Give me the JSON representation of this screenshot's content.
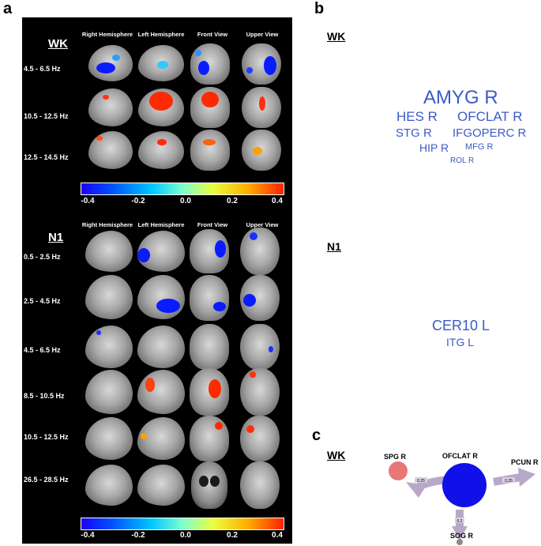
{
  "panels": {
    "a": "a",
    "b": "b",
    "c": "c"
  },
  "panel_a": {
    "columns": [
      "Right Hemisphere",
      "Left Hemisphere",
      "Front View",
      "Upper View"
    ],
    "wk": {
      "title": "WK",
      "bands": [
        "4.5 - 6.5 Hz",
        "10.5 - 12.5 Hz",
        "12.5 - 14.5 Hz"
      ]
    },
    "n1": {
      "title": "N1",
      "bands": [
        "0.5 - 2.5 Hz",
        "2.5 - 4.5 Hz",
        "4.5 - 6.5 Hz",
        "8.5 - 10.5 Hz",
        "10.5 - 12.5 Hz",
        "26.5 - 28.5 Hz"
      ]
    },
    "colorbar_ticks": [
      "-0.4",
      "-0.2",
      "0.0",
      "0.2",
      "0.4"
    ],
    "colorbar_range": [
      -0.45,
      0.45
    ]
  },
  "panel_b": {
    "wk": {
      "label": "WK",
      "words": [
        "AMYG R",
        "HES R",
        "OFCLAT R",
        "STG R",
        "IFGOPERC R",
        "HIP R",
        "MFG R",
        "ROL R"
      ]
    },
    "n1": {
      "label": "N1",
      "words": [
        "CER10 L",
        "ITG L"
      ]
    },
    "word_color": "#3a5bc7"
  },
  "panel_c": {
    "label": "WK",
    "nodes": [
      "OFCLAT R",
      "SPG R",
      "PCUN R",
      "SOG R"
    ],
    "edge_labels": [
      "0.25",
      "0.25",
      "0.2"
    ],
    "colors": {
      "center_node": "#1010e8",
      "spg_node": "#e87878",
      "edge": "#b8a8c8"
    }
  }
}
